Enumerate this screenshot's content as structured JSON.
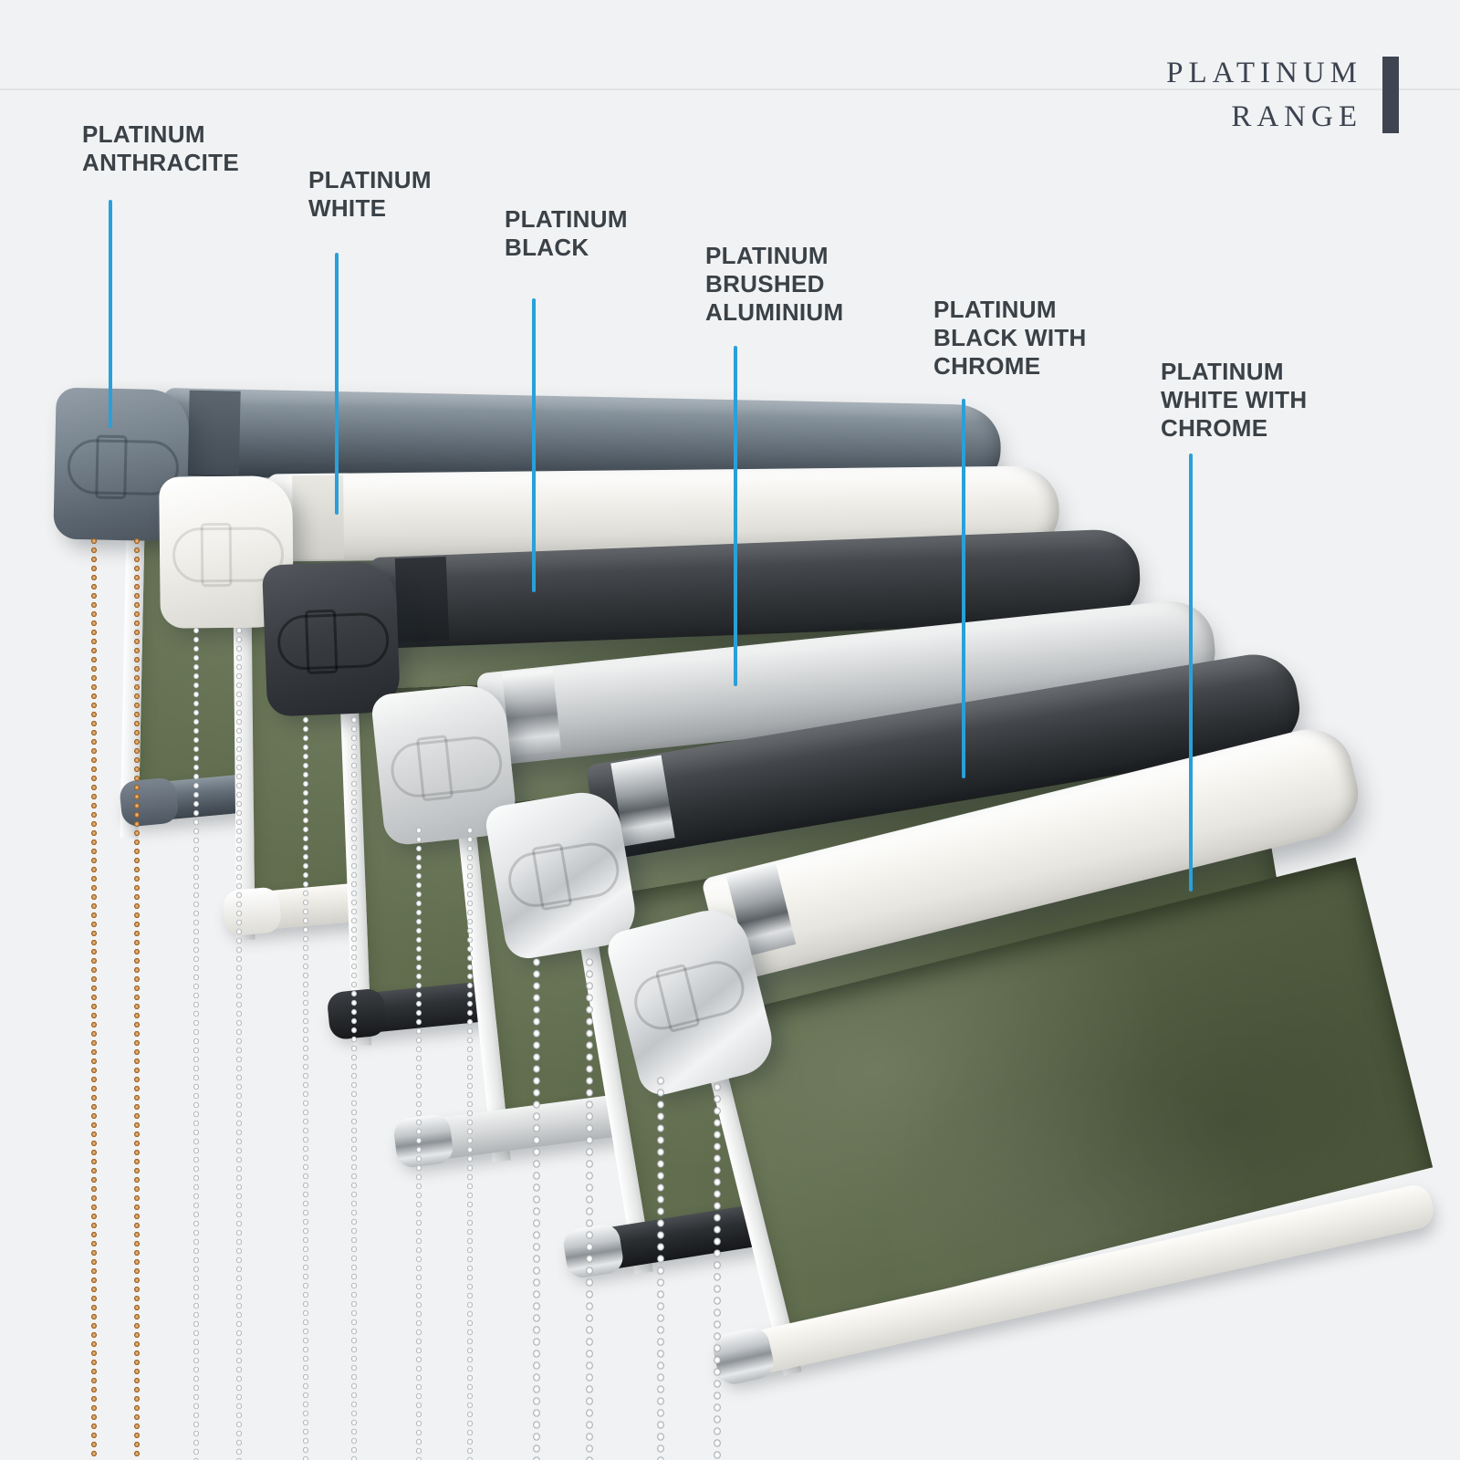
{
  "brand": {
    "line1": "PLATINUM",
    "line2": "RANGE",
    "text_color": "#3c4350",
    "bar_color": "#3e4551"
  },
  "callout_line_color": "#29a0da",
  "label_text_color": "#3a4147",
  "fabric_color": "#5b6847",
  "background_color": "#f1f2f3",
  "products": [
    {
      "label": [
        "PLATINUM",
        "ANTHRACITE"
      ],
      "finish_hex": "#6b7680",
      "chain": "copper",
      "chain_hex": "#cb8d48"
    },
    {
      "label": [
        "PLATINUM",
        "WHITE"
      ],
      "finish_hex": "#f0efeb",
      "chain": "silver",
      "chain_hex": "#e8eaeb"
    },
    {
      "label": [
        "PLATINUM",
        "BLACK"
      ],
      "finish_hex": "#33363a",
      "chain": "silver",
      "chain_hex": "#e8eaeb"
    },
    {
      "label": [
        "PLATINUM",
        "BRUSHED",
        "ALUMINIUM"
      ],
      "finish_hex": "#c7cacc",
      "chain": "silver",
      "chain_hex": "#e8eaeb"
    },
    {
      "label": [
        "PLATINUM",
        "BLACK WITH",
        "CHROME"
      ],
      "finish_hex": "#2e3135",
      "cap_hex": "#d9dcde",
      "chain": "silver",
      "chain_hex": "#e8eaeb"
    },
    {
      "label": [
        "PLATINUM",
        "WHITE WITH",
        "CHROME"
      ],
      "finish_hex": "#efeee9",
      "cap_hex": "#d9dcde",
      "chain": "silver",
      "chain_hex": "#e8eaeb"
    }
  ]
}
